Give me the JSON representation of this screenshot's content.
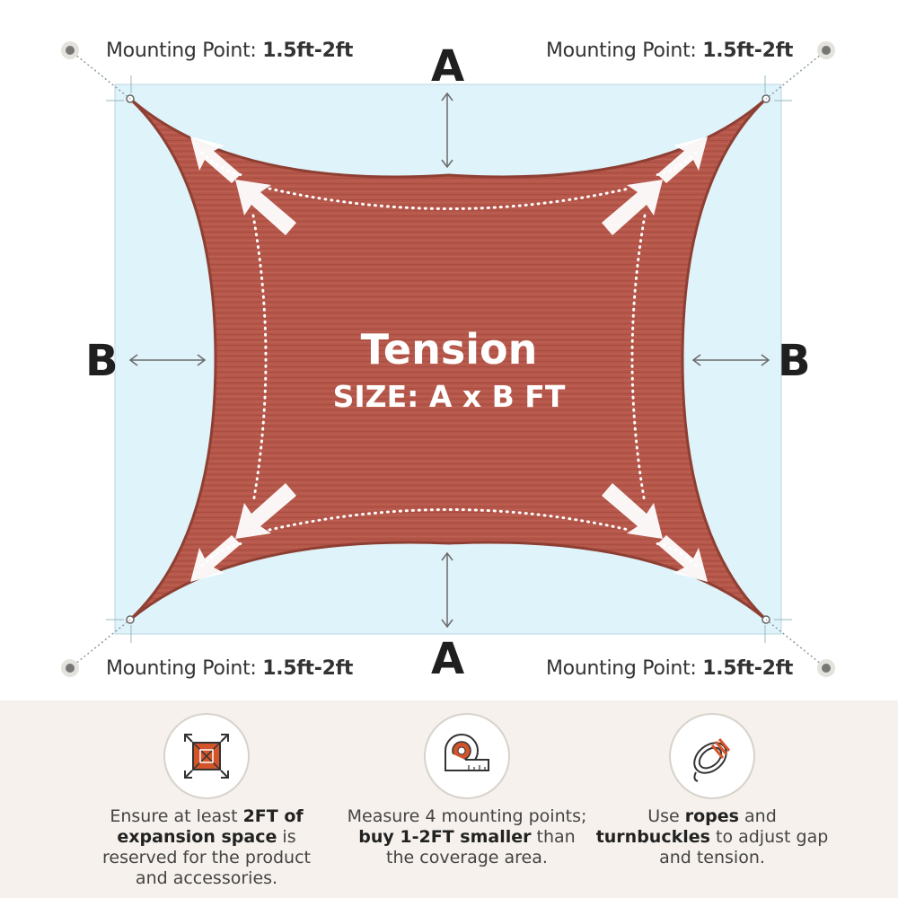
{
  "mounting_points": {
    "top_left": {
      "label": "Mounting Point: ",
      "value": "1.5ft-2ft"
    },
    "top_right": {
      "label": "Mounting Point: ",
      "value": "1.5ft-2ft"
    },
    "bottom_left": {
      "label": "Mounting Point: ",
      "value": "1.5ft-2ft"
    },
    "bottom_right": {
      "label": "Mounting Point: ",
      "value": "1.5ft-2ft"
    }
  },
  "dimensions": {
    "top": "A",
    "bottom": "A",
    "left": "B",
    "right": "B"
  },
  "center": {
    "title": "Tension",
    "size": "SIZE: A x B FT"
  },
  "colors": {
    "sail": "#b5574a",
    "sail_dark": "#9c4639",
    "coverage_area": "#dff3fa",
    "bottom_panel": "#f6f1ec",
    "icon_accent": "#d4542a"
  },
  "features": [
    {
      "icon": "expansion-space-icon",
      "text_1": "Ensure at least ",
      "bold_1": "2FT of expansion space",
      "text_2": " is reserved for the product and accessories."
    },
    {
      "icon": "tape-measure-icon",
      "text_1": "Measure 4 mounting points; ",
      "bold_1": "buy 1-2FT smaller",
      "text_2": " than the coverage area."
    },
    {
      "icon": "rope-coil-icon",
      "text_1": "Use ",
      "bold_1": "ropes",
      "text_2": " and ",
      "bold_2": "turnbuckles",
      "text_3": " to adjust gap and tension."
    }
  ]
}
